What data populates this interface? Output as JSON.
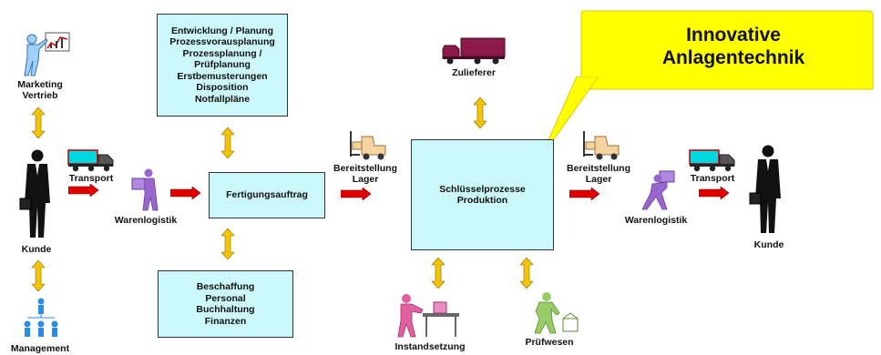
{
  "boxes": {
    "planning": [
      "Entwicklung / Planung",
      "Prozessvorausplanung",
      "Prozessplanung /",
      "Prüfplanung",
      "Erstbemusterungen",
      "Disposition",
      "Notfallpläne"
    ],
    "order": "Fertigungsauftrag",
    "procurement": [
      "Beschaffung",
      "Personal",
      "Buchhaltung",
      "Finanzen"
    ],
    "core": [
      "Schlüsselprozesse",
      "Produktion"
    ]
  },
  "callout": [
    "Innovative",
    "Anlagentechnik"
  ],
  "labels": {
    "marketing": [
      "Marketing",
      "Vertrieb"
    ],
    "kunde_left": "Kunde",
    "management": "Management",
    "transport_left": "Transport",
    "warenlogistik_left": "Warenlogistik",
    "bereitstellung_left": [
      "Bereitstellung",
      "Lager"
    ],
    "zulieferer": "Zulieferer",
    "bereitstellung_right": [
      "Bereitstellung",
      "Lager"
    ],
    "warenlogistik_right": "Warenlogistik",
    "transport_right": "Transport",
    "kunde_right": "Kunde",
    "instandsetzung": "Instandsetzung",
    "pruefwesen": "Prüfwesen"
  },
  "colors": {
    "box_fill": "#ccf8fb",
    "callout_fill": "#ffff00",
    "flow_arrow": "#e00000",
    "link_arrow": "#f5c400",
    "truck_cargo": "#00d8e0",
    "supplier_truck": "#8b1a4a",
    "worker_purple": "#9966cc",
    "mechanic_pink": "#e060a0",
    "inspector_green": "#99cc66"
  }
}
